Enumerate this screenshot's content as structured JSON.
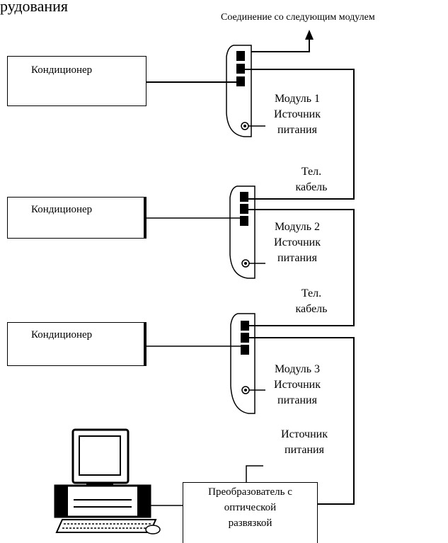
{
  "header": {
    "title_fragment": "рудования",
    "next_module": "Соединение со следующим модулем"
  },
  "ac_units": [
    {
      "label": "Кондиционер"
    },
    {
      "label": "Кондиционер"
    },
    {
      "label": "Кондиционер"
    }
  ],
  "modules": [
    {
      "name": "Модуль 1",
      "power_line1": "Источник",
      "power_line2": "питания"
    },
    {
      "name": "Модуль 2",
      "power_line1": "Источник",
      "power_line2": "питания"
    },
    {
      "name": "Модуль 3",
      "power_line1": "Источник",
      "power_line2": "питания"
    }
  ],
  "cables": [
    {
      "line1": "Тел.",
      "line2": "кабель"
    },
    {
      "line1": "Тел.",
      "line2": "кабель"
    }
  ],
  "pc_power": {
    "line1": "Источник",
    "line2": "питания"
  },
  "converter": {
    "line1": "Преобразователь с",
    "line2": "оптической",
    "line3": "развязкой"
  }
}
